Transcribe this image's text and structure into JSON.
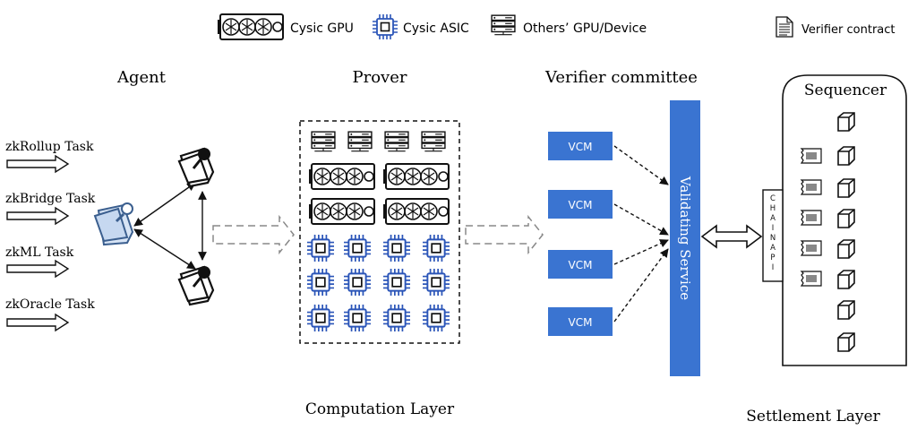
{
  "legend": {
    "gpu": "Cysic GPU",
    "asic": "Cysic ASIC",
    "others": "Others’ GPU/Device",
    "contract": "Verifier contract"
  },
  "agent": {
    "title": "Agent",
    "tasks": [
      "zkRollup Task",
      "zkBridge Task",
      "zkML Task",
      "zkOracle Task"
    ]
  },
  "prover": {
    "title": "Prover",
    "servers": 4,
    "gpus": 4,
    "asics": 12
  },
  "verifier": {
    "title": "Verifier committee",
    "vcm_labels": [
      "VCM",
      "VCM",
      "VCM",
      "VCM"
    ],
    "service": "Validating Service",
    "colors": {
      "blue": "#3a74d1",
      "blue_dark": "#2a5fb6"
    }
  },
  "sequencer": {
    "title": "Sequencer",
    "chain_api": "CHAINAPI",
    "blocks": 8,
    "contracts": 5
  },
  "layers": {
    "computation": "Computation Layer",
    "settlement": "Settlement Layer"
  }
}
